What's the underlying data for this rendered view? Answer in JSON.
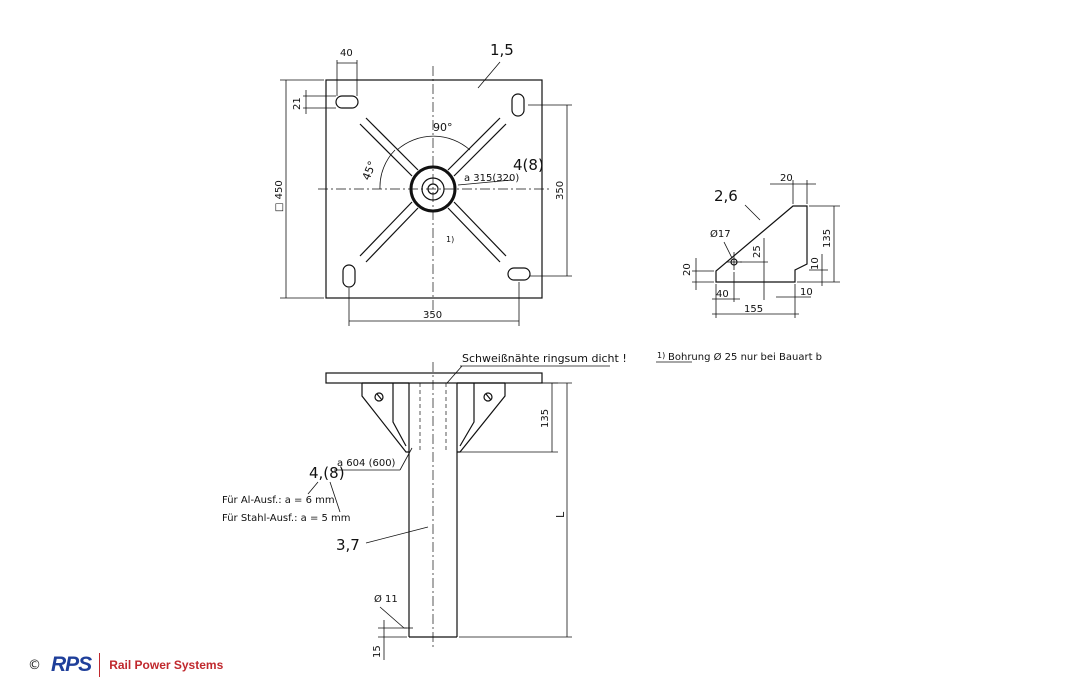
{
  "top_view": {
    "part_label": "1,5",
    "weld_count": "4(8)",
    "weld_note": "a  315(320)",
    "angle_90": "90°",
    "angle_45": "45°",
    "footnote_marker": "1)",
    "dims": {
      "slot_spacing": "40",
      "slot_height": "21",
      "plate_size": "□ 450",
      "hole_spacing_vertical": "350",
      "hole_spacing_horizontal": "350"
    }
  },
  "gusset": {
    "part_label": "2,6",
    "dims": {
      "top_width": "20",
      "height": "135",
      "hole_dia": "Ø17",
      "hole_height": "25",
      "bottom_left": "20",
      "bottom_right": "10",
      "hole_offset": "40",
      "right_offset": "10",
      "total_width": "155"
    }
  },
  "footnote": {
    "marker": "1)",
    "text": "Bohrung Ø 25 nur bei Bauart  b"
  },
  "side_view": {
    "weld_note": "Schweißnähte ringsum dicht !",
    "gusset_height": "135",
    "weld_size": "a  604 (600)",
    "weld_count": "4,(8)",
    "al_note": "Für Al-Ausf.: a = 6 mm",
    "steel_note": "Für Stahl-Ausf.: a = 5 mm",
    "tube_label": "3,7",
    "length": "L",
    "hole_dia": "Ø 11",
    "bottom_offset": "15"
  },
  "footer": {
    "copyright": "©",
    "logo": "RPS",
    "company": "Rail Power Systems",
    "brand_blue": "#1f3f9a",
    "brand_red": "#c0282d"
  }
}
